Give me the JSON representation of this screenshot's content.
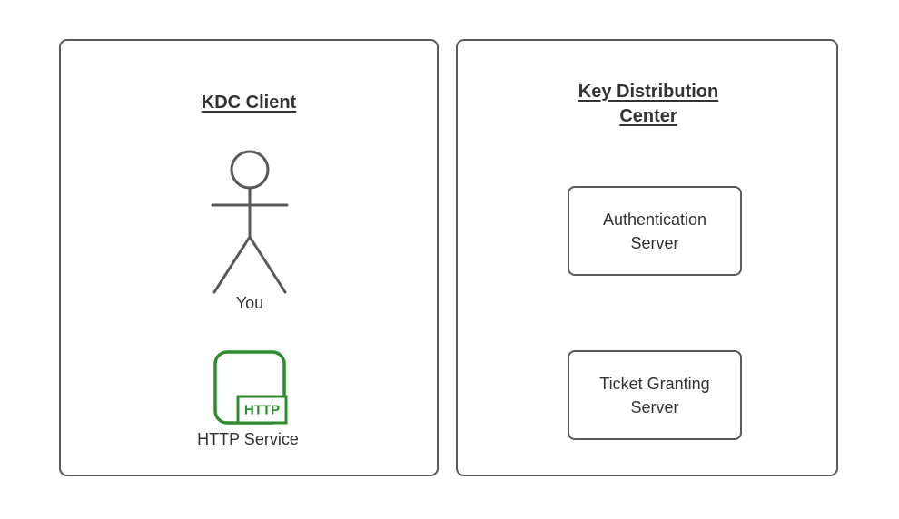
{
  "diagram": {
    "client_panel": {
      "title": "KDC Client",
      "actor_label": "You",
      "service_icon_text": "HTTP",
      "service_label": "HTTP Service"
    },
    "kdc_panel": {
      "title": "Key Distribution Center",
      "nodes": [
        {
          "label": "Authentication Server"
        },
        {
          "label": "Ticket Granting Server"
        }
      ]
    },
    "colors": {
      "border_gray": "#595959",
      "text_dark": "#333333",
      "service_green": "#2E8B2E"
    }
  }
}
